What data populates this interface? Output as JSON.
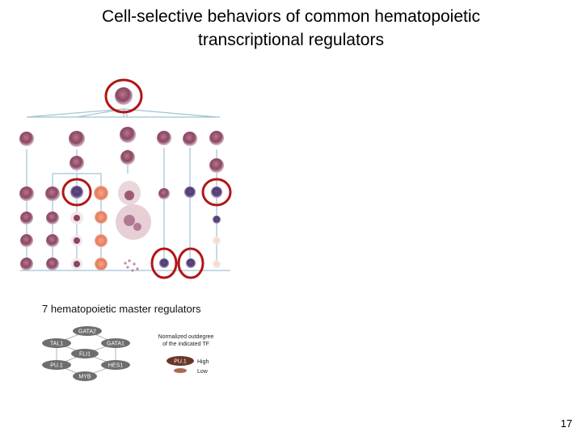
{
  "title": {
    "line1": "Cell-selective behaviors of common hematopoietic",
    "line2": "transcriptional regulators"
  },
  "network": {
    "heading": "7 hematopoietic master regulators",
    "nodes": [
      "GATA2",
      "TAL1",
      "GATA1",
      "FLI1",
      "PU.1",
      "HES1",
      "MYB"
    ],
    "legend": {
      "title_line1": "Normalized outdegree",
      "title_line2": "of the indicated TF",
      "high_node": "PU.1",
      "high_label": "High",
      "low_label": "Low"
    }
  },
  "colors": {
    "highlight_ring": "#b31515",
    "connector": "#9fc3d3",
    "node_fill": "#6e6e6e",
    "node_high": "#6b3526",
    "node_low": "#a86a54"
  },
  "page_number": "17"
}
